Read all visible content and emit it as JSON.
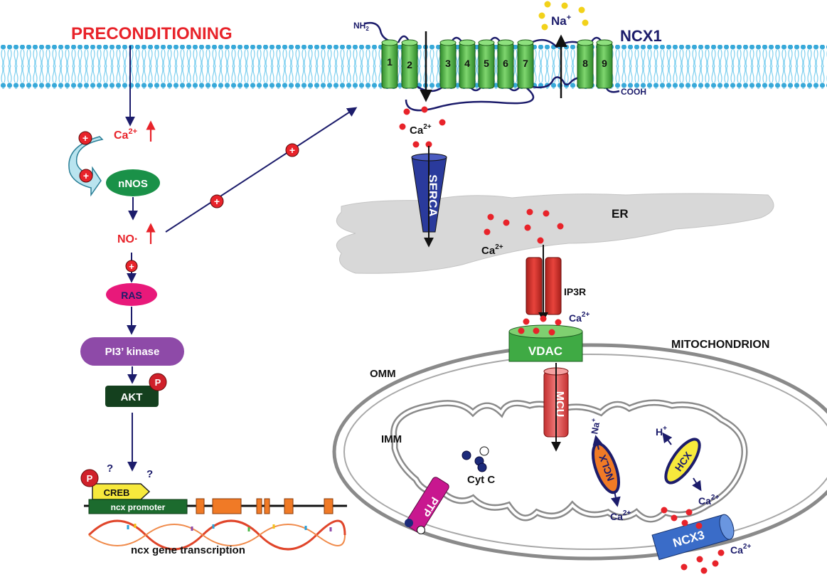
{
  "title": "PRECONDITIONING",
  "membrane_protein": {
    "name": "NCX1",
    "n_term": "NH",
    "n_term_sub": "2",
    "c_term": "COOH",
    "segments": [
      "1",
      "2",
      "3",
      "4",
      "5",
      "6",
      "7",
      "8",
      "9"
    ],
    "sodium": "Na",
    "sodium_sup": "+"
  },
  "calcium": {
    "symbol": "Ca",
    "charge": "2+"
  },
  "nitric_oxide": "NO·",
  "pathway": {
    "nnos": "nNOS",
    "ras": "RAS",
    "pi3k": "PI3’ kinase",
    "akt": "AKT",
    "phospho": "P",
    "creb": "CREB",
    "unknown": "?",
    "promoter": "ncx promoter",
    "transcription": "ncx gene transcription"
  },
  "er": {
    "label": "ER",
    "serca": "SERCA",
    "ip3r": "IP3R"
  },
  "mito": {
    "label": "MITOCHONDRION",
    "omm": "OMM",
    "imm": "IMM",
    "vdac": "VDAC",
    "mcu": "MCU",
    "nclx": "NCLX",
    "hcx": "HCX",
    "ncx3": "NCX3",
    "ptp": "PTP",
    "cyt_c": "Cyt C",
    "proton": "H",
    "proton_sup": "+"
  },
  "colors": {
    "membrane_blue": "#5ec3e8",
    "ncx_green": "#4fb848",
    "dark_blue": "#1c1c6b",
    "red": "#e8232a",
    "serca_blue": "#2a3a9c",
    "ras_pink": "#e8197a",
    "pi3k_purple": "#8e4aa8",
    "akt_green": "#14401e",
    "creb_yellow": "#f7e93c",
    "exon_orange": "#f07a26",
    "mcu_red": "#e05050",
    "ptp_magenta": "#c8178f",
    "ncx3_blue": "#3a6cc8"
  }
}
